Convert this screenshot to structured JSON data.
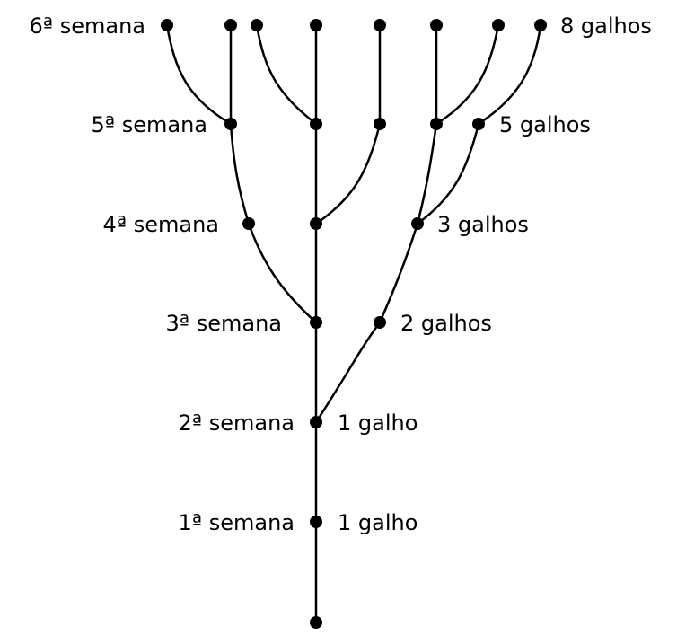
{
  "title": "",
  "weeks": [
    {
      "week_label": "1ª semana",
      "count_label": "1 galho",
      "branches": 1
    },
    {
      "week_label": "2ª semana",
      "count_label": "1 galho",
      "branches": 1
    },
    {
      "week_label": "3ª semana",
      "count_label": "2 galhos",
      "branches": 2
    },
    {
      "week_label": "4ª semana",
      "count_label": "3 galhos",
      "branches": 3
    },
    {
      "week_label": "5ª semana",
      "count_label": "5 galhos",
      "branches": 5
    },
    {
      "week_label": "6ª semana",
      "count_label": "8 galhos",
      "branches": 8
    }
  ]
}
